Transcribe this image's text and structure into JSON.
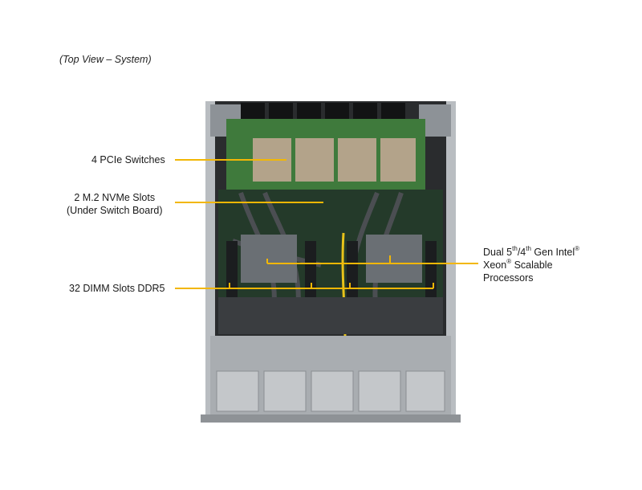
{
  "caption": "(Top View – System)",
  "labels": {
    "pcie": "4 PCIe Switches",
    "m2_line1": "2 M.2 NVMe Slots",
    "m2_line2": "(Under Switch Board)",
    "dimm": "32 DIMM Slots DDR5",
    "cpu_dual": "Dual 5",
    "cpu_sup1": "th",
    "cpu_slash": "/4",
    "cpu_sup2": "th",
    "cpu_gen": " Gen Intel",
    "cpu_reg1": "®",
    "cpu_xeon": "Xeon",
    "cpu_reg2": "®",
    "cpu_scalable": " Scalable",
    "cpu_processors": "Processors"
  },
  "colors": {
    "callout": "#f2b705",
    "board": "#3a6b3a",
    "chassis": "#9aa0a6"
  }
}
